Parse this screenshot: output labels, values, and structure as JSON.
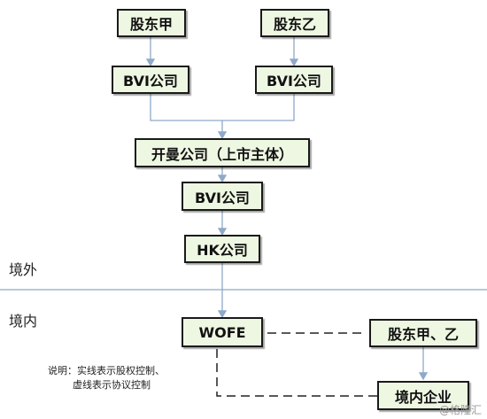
{
  "nodes": {
    "shareholder_a": "股东甲",
    "shareholder_b": "股东乙",
    "bvi_a": "BVI公司",
    "bvi_b": "BVI公司",
    "cayman": "开曼公司（上市主体）",
    "bvi_mid": "BVI公司",
    "hk": "HK公司",
    "wofe": "WOFE",
    "domestic_shareholders": "股东甲、乙",
    "domestic_enterprise": "境内企业"
  },
  "regions": {
    "offshore": "境外",
    "onshore": "境内"
  },
  "note": {
    "line1": "说明：实线表示股权控制、",
    "line2": "虚线表示协议控制"
  },
  "watermark": "@格隆汇",
  "colors": {
    "box_fill": "#eef7e2",
    "box_border": "#1a1a1a",
    "connector": "#8fa9c8",
    "divider": "#8fa9c8",
    "dashed": "#222222"
  }
}
